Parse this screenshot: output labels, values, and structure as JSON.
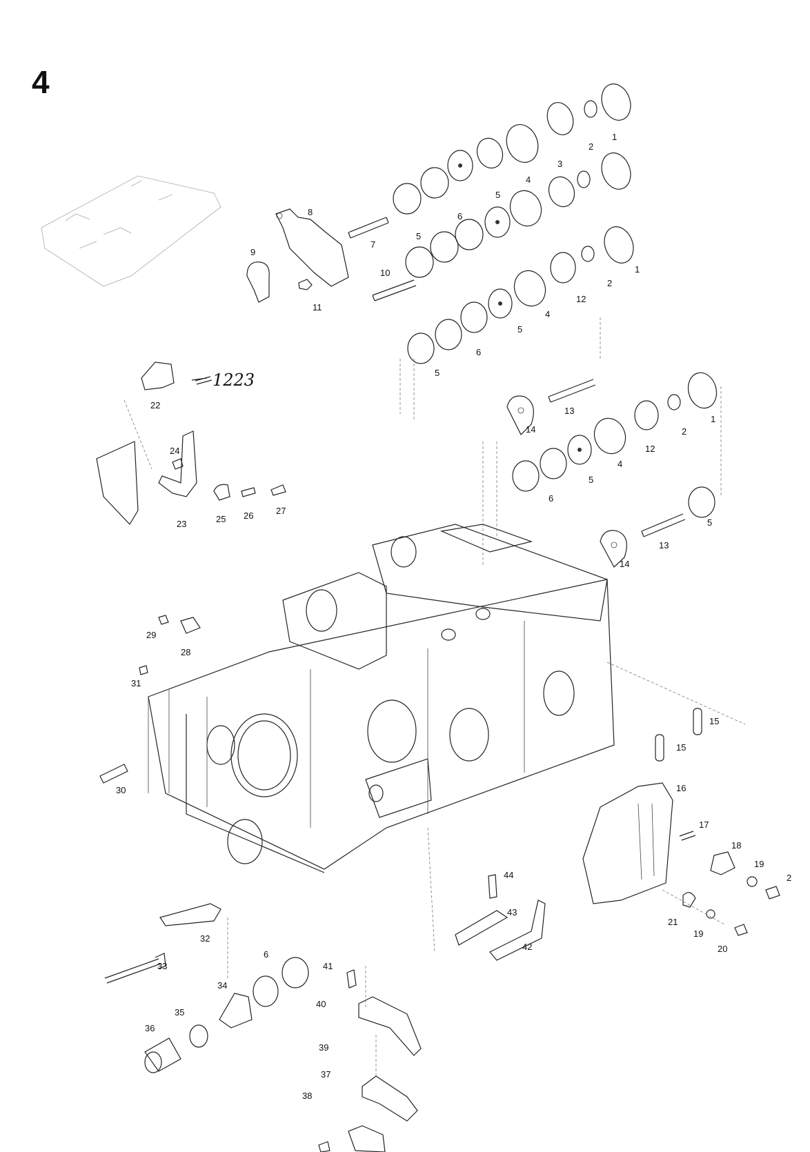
{
  "plate_number": "4",
  "handwritten_note": "1223",
  "callouts": [
    {
      "id": "c1a",
      "text": "1"
    },
    {
      "id": "c2a",
      "text": "2"
    },
    {
      "id": "c3",
      "text": "3"
    },
    {
      "id": "c4a",
      "text": "4"
    },
    {
      "id": "c5a",
      "text": "5"
    },
    {
      "id": "c6a",
      "text": "6"
    },
    {
      "id": "c5b",
      "text": "5"
    },
    {
      "id": "c7",
      "text": "7"
    },
    {
      "id": "c8",
      "text": "8"
    },
    {
      "id": "c9",
      "text": "9"
    },
    {
      "id": "c10",
      "text": "10"
    },
    {
      "id": "c11",
      "text": "11"
    },
    {
      "id": "c1b",
      "text": "1"
    },
    {
      "id": "c2b",
      "text": "2"
    },
    {
      "id": "c12a",
      "text": "12"
    },
    {
      "id": "c4b",
      "text": "4"
    },
    {
      "id": "c5c",
      "text": "5"
    },
    {
      "id": "c6b",
      "text": "6"
    },
    {
      "id": "c5d",
      "text": "5"
    },
    {
      "id": "c22",
      "text": "22"
    },
    {
      "id": "c13a",
      "text": "13"
    },
    {
      "id": "c14a",
      "text": "14"
    },
    {
      "id": "c1c",
      "text": "1"
    },
    {
      "id": "c2c",
      "text": "2"
    },
    {
      "id": "c12b",
      "text": "12"
    },
    {
      "id": "c4c",
      "text": "4"
    },
    {
      "id": "c5e",
      "text": "5"
    },
    {
      "id": "c6c",
      "text": "6"
    },
    {
      "id": "c24",
      "text": "24"
    },
    {
      "id": "c23",
      "text": "23"
    },
    {
      "id": "c25",
      "text": "25"
    },
    {
      "id": "c26",
      "text": "26"
    },
    {
      "id": "c27",
      "text": "27"
    },
    {
      "id": "c5f",
      "text": "5"
    },
    {
      "id": "c13b",
      "text": "13"
    },
    {
      "id": "c14b",
      "text": "14"
    },
    {
      "id": "c29",
      "text": "29"
    },
    {
      "id": "c28",
      "text": "28"
    },
    {
      "id": "c31",
      "text": "31"
    },
    {
      "id": "c30",
      "text": "30"
    },
    {
      "id": "c15a",
      "text": "15"
    },
    {
      "id": "c15b",
      "text": "15"
    },
    {
      "id": "c16",
      "text": "16"
    },
    {
      "id": "c17",
      "text": "17"
    },
    {
      "id": "c18",
      "text": "18"
    },
    {
      "id": "c19a",
      "text": "19"
    },
    {
      "id": "c2x",
      "text": "2"
    },
    {
      "id": "c21",
      "text": "21"
    },
    {
      "id": "c19b",
      "text": "19"
    },
    {
      "id": "c20",
      "text": "20"
    },
    {
      "id": "c44",
      "text": "44"
    },
    {
      "id": "c43",
      "text": "43"
    },
    {
      "id": "c42",
      "text": "42"
    },
    {
      "id": "c32",
      "text": "32"
    },
    {
      "id": "c33",
      "text": "33"
    },
    {
      "id": "c6d",
      "text": "6"
    },
    {
      "id": "c41",
      "text": "41"
    },
    {
      "id": "c34",
      "text": "34"
    },
    {
      "id": "c40",
      "text": "40"
    },
    {
      "id": "c35",
      "text": "35"
    },
    {
      "id": "c36",
      "text": "36"
    },
    {
      "id": "c39",
      "text": "39"
    },
    {
      "id": "c37",
      "text": "37"
    },
    {
      "id": "c38",
      "text": "38"
    }
  ]
}
